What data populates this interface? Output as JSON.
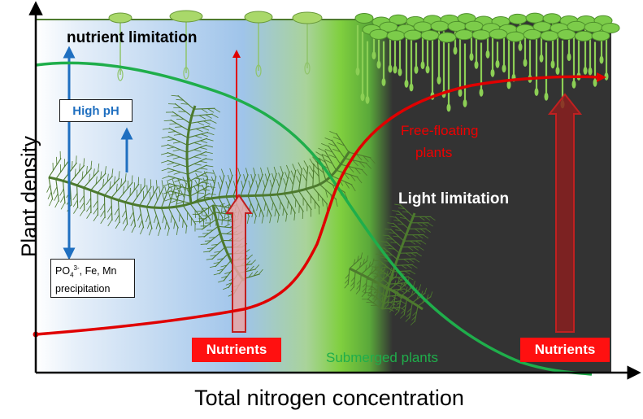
{
  "axes": {
    "y_label": "Plant density",
    "x_label": "Total nitrogen concentration"
  },
  "annotations": {
    "nutrient_limitation": "nutrient  limitation",
    "light_limitation": "Light limitation",
    "high_ph": "High pH",
    "precipitation_formula": "PO",
    "precipitation_sub": "4",
    "precipitation_sup": "3-",
    "precipitation_rest": ", Fe, Mn",
    "precipitation_word": "precipitation",
    "nutrients_left": "Nutrients",
    "nutrients_right": "Nutrients"
  },
  "curves": {
    "free_floating": {
      "label_line1": "Free-floating",
      "label_line2": "plants",
      "color": "#e00000"
    },
    "submerged": {
      "label": "Submerged plants",
      "color": "#1fae4b"
    }
  },
  "colors": {
    "blue_region": "#9fc4ea",
    "green_band": "#7fcf3e",
    "dark_region": "#333333",
    "plant_dark": "#4d7a2e",
    "plant_light": "#8ccf55",
    "nutrients_box": "#ff1010",
    "arrow_blue": "#1f6fc0",
    "arrow_red": "#e00000"
  }
}
